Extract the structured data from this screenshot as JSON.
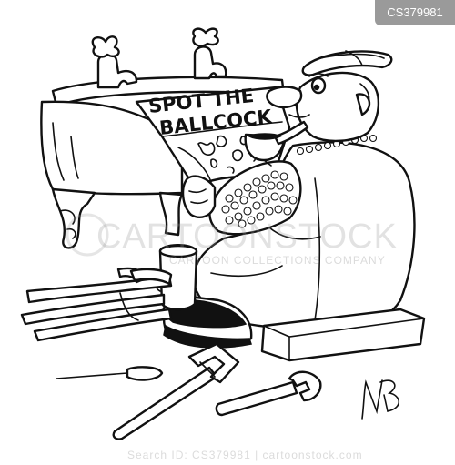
{
  "newspaper": {
    "headline_line1": "SPOT THE",
    "headline_line2": "BALLCOCK"
  },
  "signature": "NB",
  "watermark": {
    "brand": "CARTOONSTOCK",
    "sub": "Search ID: CS379981 | cartoonstock.com",
    "small": "CARTOON COLLECTIONS COMPANY"
  },
  "stock_id": "CS379981",
  "colors": {
    "ink": "#111111",
    "paper": "#ffffff",
    "watermark": "#9a9a9a"
  }
}
